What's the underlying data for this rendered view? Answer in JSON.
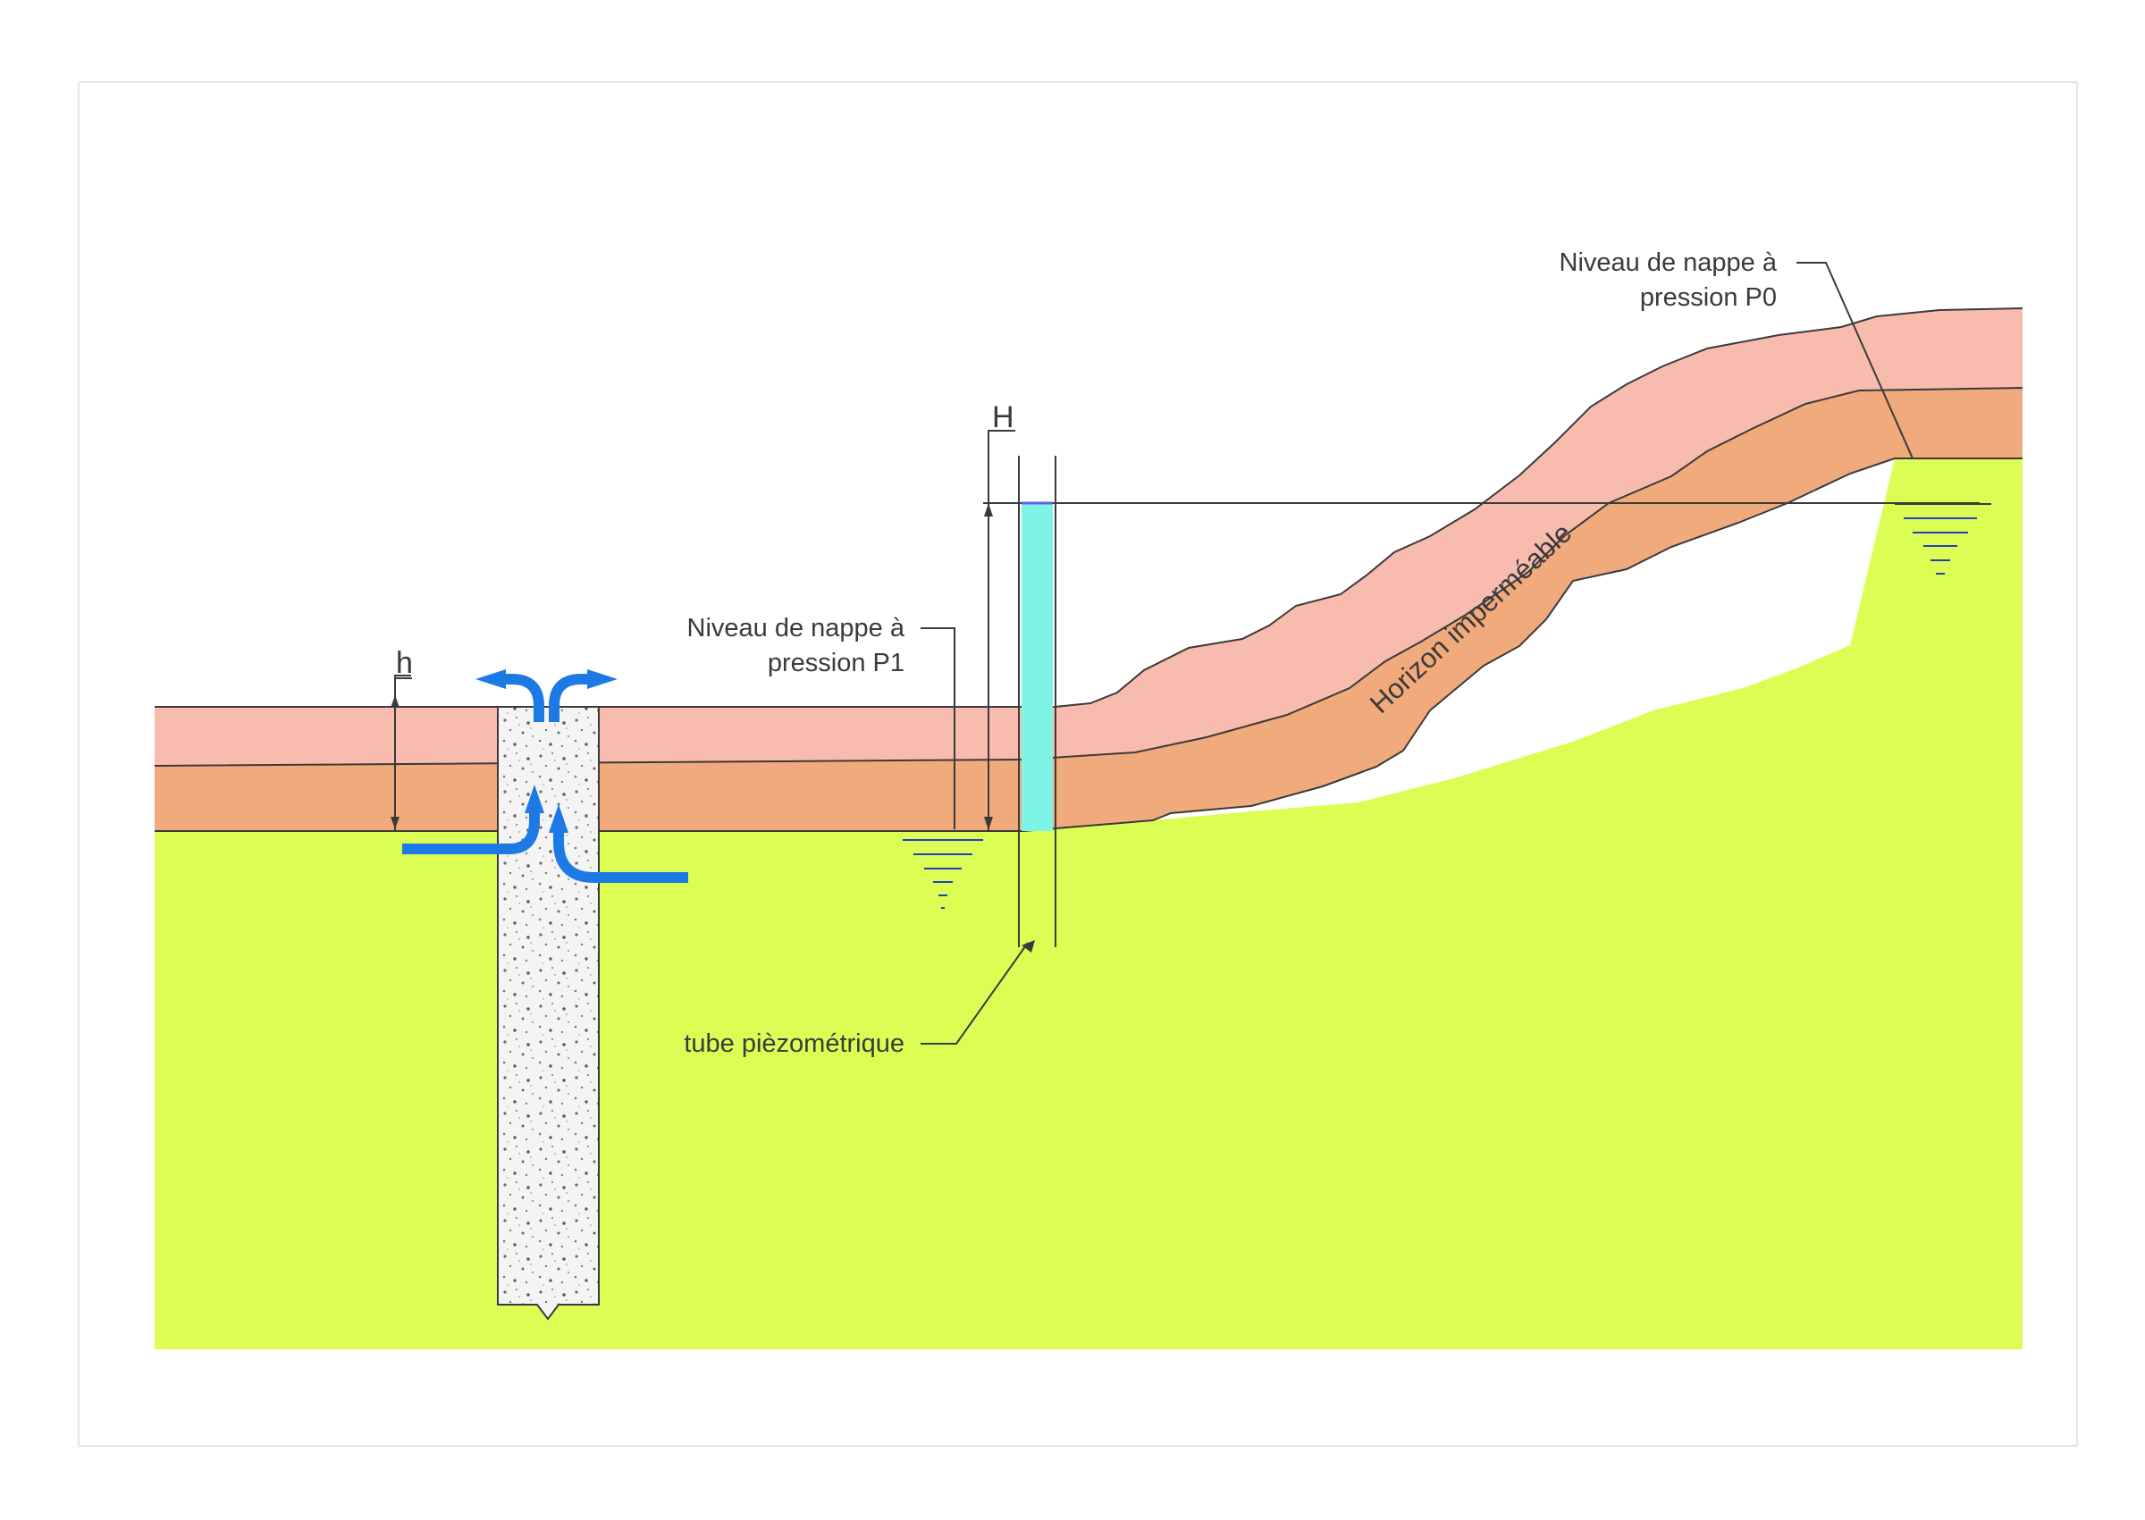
{
  "labels": {
    "level_p0_line1": "Niveau de nappe à",
    "level_p0_line2": "pression P0",
    "level_p1_line1": "Niveau de nappe à",
    "level_p1_line2": "pression P1",
    "impermeable": "Horizon imperméable",
    "tube": "tube pièzométrique",
    "H": "H",
    "h": "h"
  },
  "colors": {
    "aquifer": "#dcfd54",
    "upper_layer": "#f8bcae",
    "impermeable_layer": "#f1aa7c",
    "piezometer_water": "#7ef4e6",
    "flow_arrow": "#1d79e5",
    "water_symbol": "#2040c0",
    "line": "#3a3a3a"
  }
}
